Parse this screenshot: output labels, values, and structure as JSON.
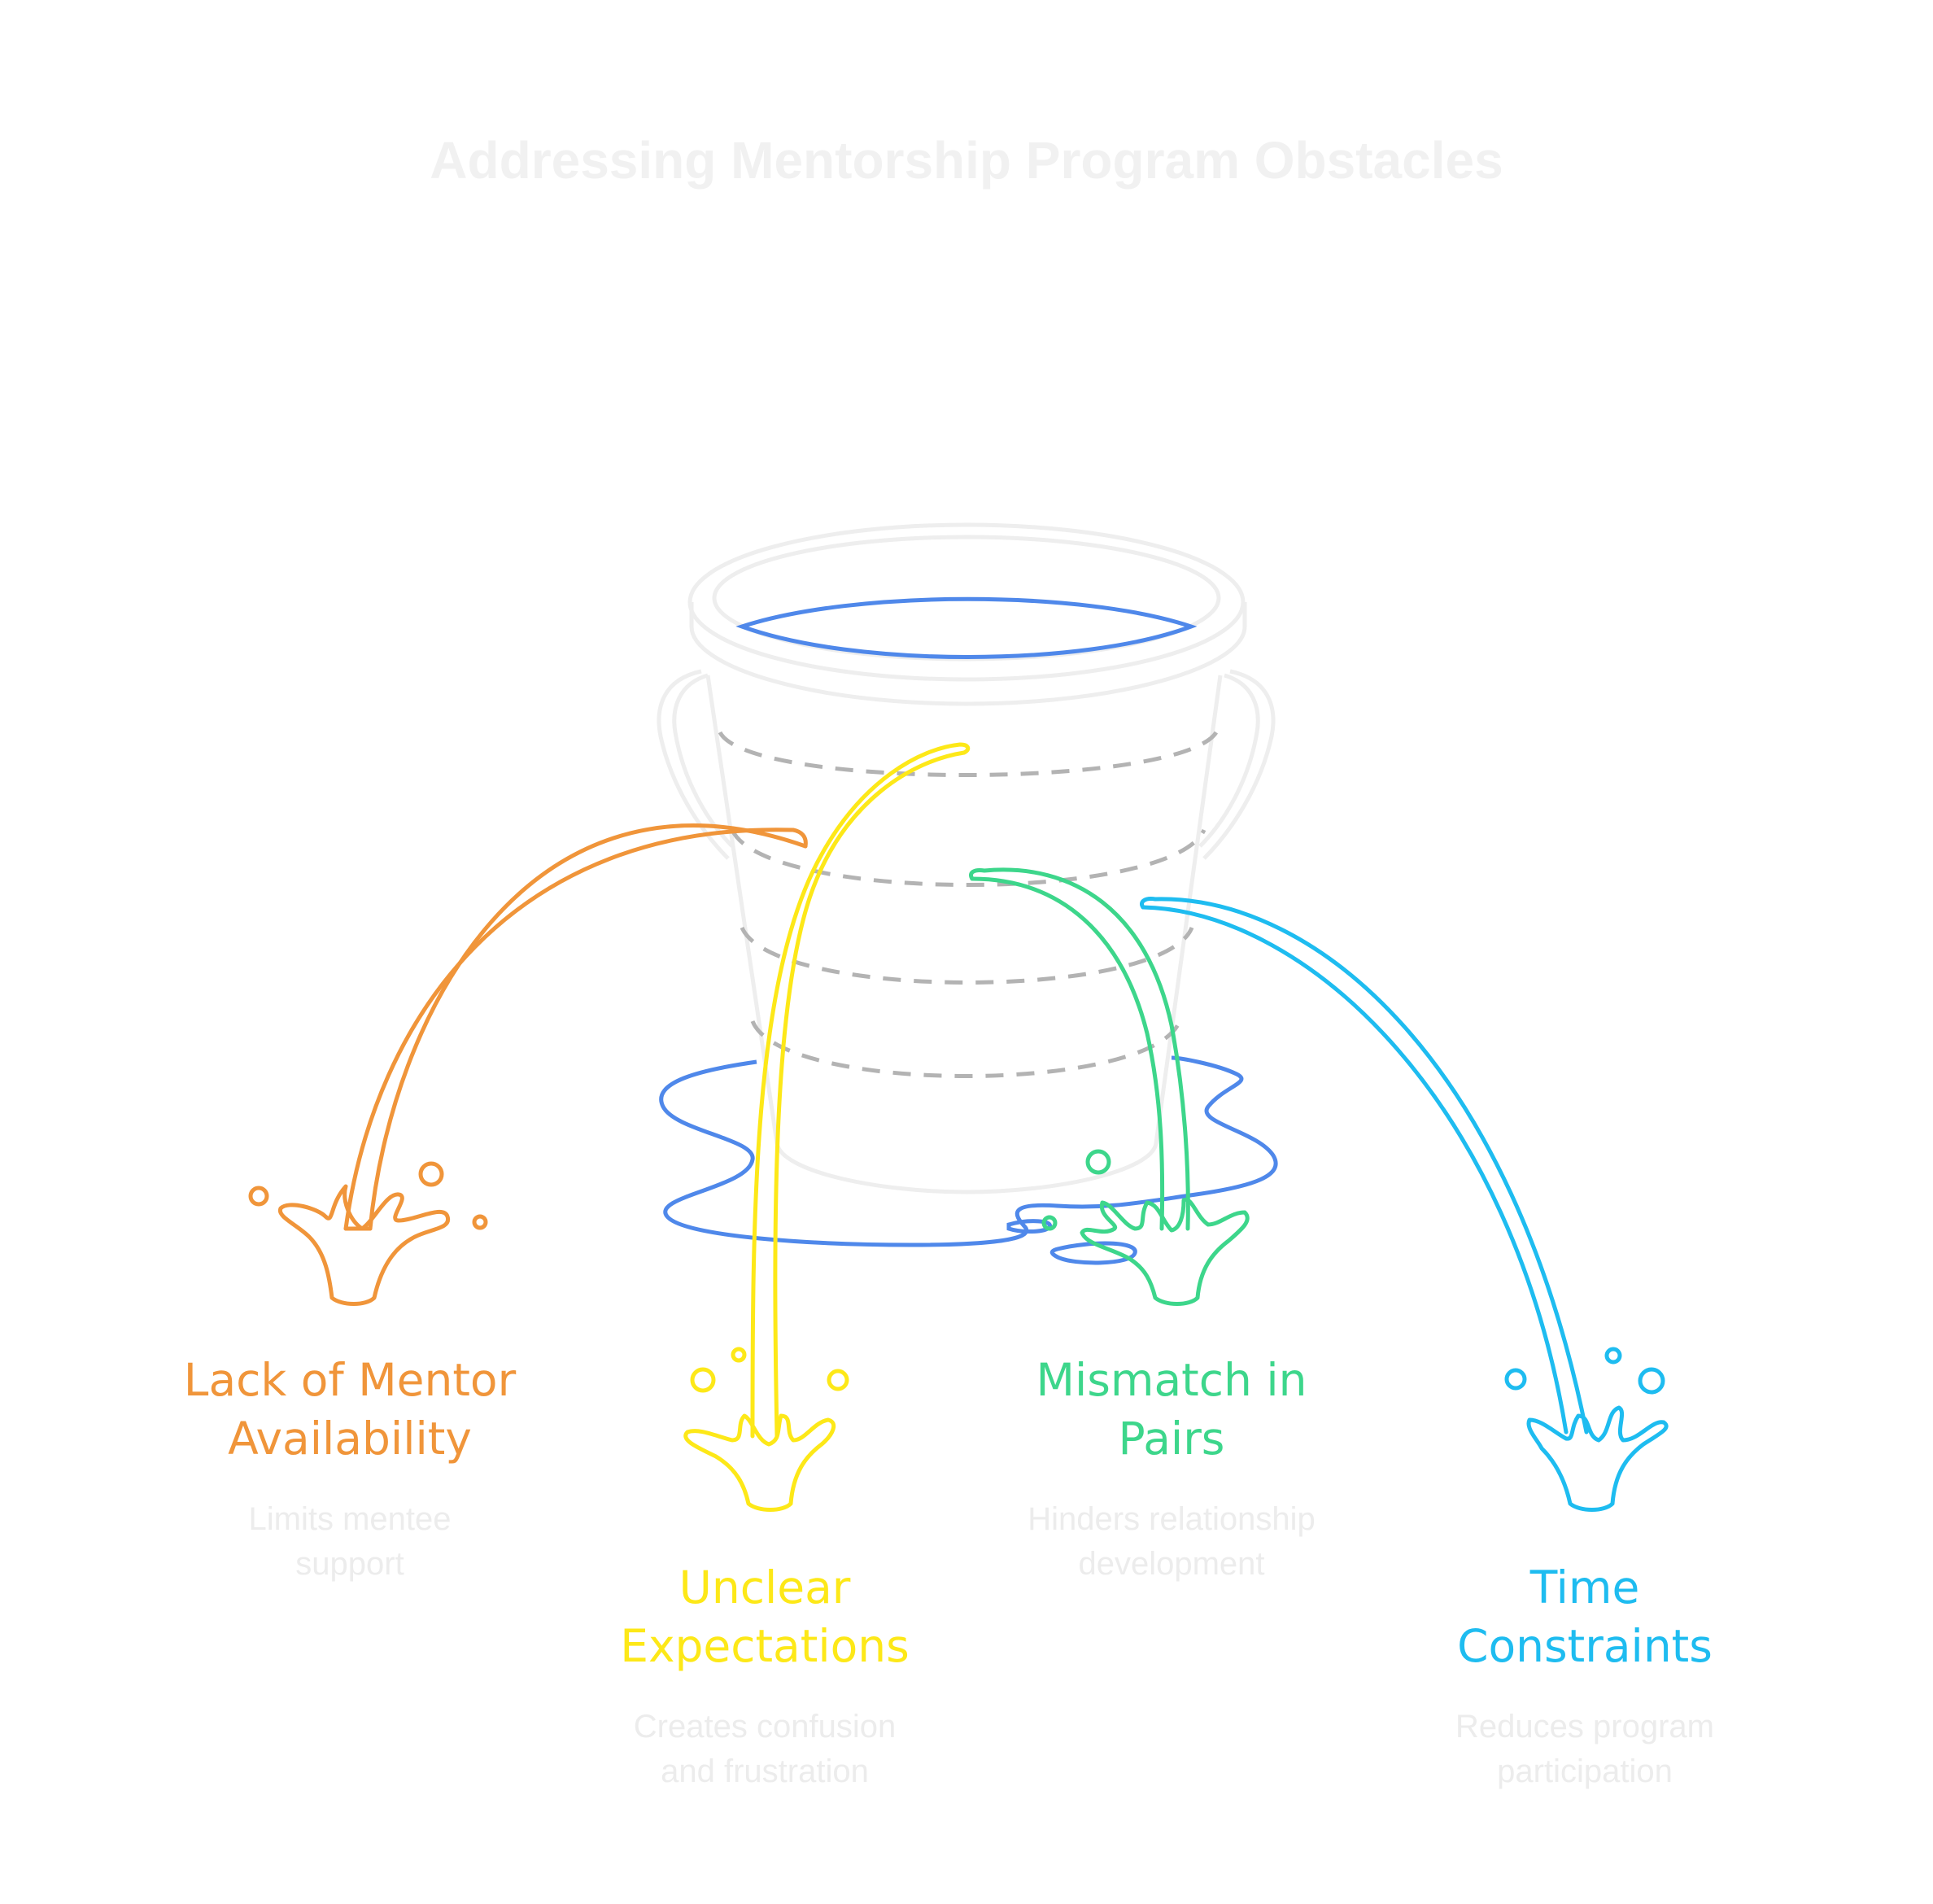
{
  "title": "Addressing Mentorship Program Obstacles",
  "colors": {
    "bucket": "#eeeeee",
    "dashes": "#b3b3b3",
    "water": "#4f88ea",
    "orange": "#f0953a",
    "yellow": "#fde818",
    "green": "#3dd68b",
    "cyan": "#1ebcf0",
    "description": "#ececec"
  },
  "obstacles": [
    {
      "label": "Lack of Mentor\nAvailability",
      "description": "Limits mentee\nsupport",
      "color": "orange",
      "icon": "orange-splash-icon"
    },
    {
      "label": "Unclear\nExpectations",
      "description": "Creates confusion\nand frustration",
      "color": "yellow",
      "icon": "yellow-splash-icon"
    },
    {
      "label": "Mismatch in\nPairs",
      "description": "Hinders relationship\ndevelopment",
      "color": "green",
      "icon": "green-splash-icon"
    },
    {
      "label": "Time\nConstraints",
      "description": "Reduces program\nparticipation",
      "color": "cyan",
      "icon": "cyan-splash-icon"
    }
  ]
}
